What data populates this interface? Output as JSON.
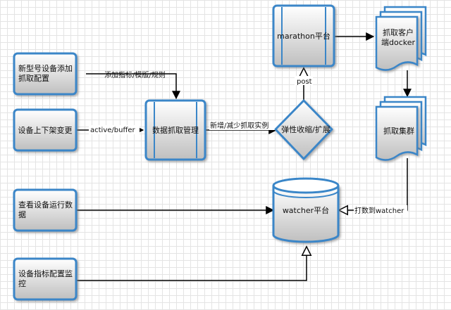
{
  "nodes": {
    "new_model_config": "新型号设备添加抓取配置",
    "device_onoff_change": "设备上下架变更",
    "view_device_data": "查看设备运行数据",
    "device_metric_monitor": "设备指标配置监控",
    "data_fetch_management": "数据抓取管理",
    "marathon_platform": "marathon平台",
    "elastic_scaling": "弹性收缩/扩展",
    "fetch_client_docker": "抓取客户端docker",
    "fetch_cluster": "抓取集群",
    "watcher_platform": "watcher平台"
  },
  "edges": {
    "add_metric_template_rule": "添加指标/模版/规则",
    "active_buffer": "active/buffer",
    "add_reduce_instances": "新增/减少抓取实例",
    "post": "post",
    "dump_to_watcher": "打数到watcher"
  },
  "colors": {
    "border": "#3a86c8",
    "fill_top": "#ffffff",
    "fill_bottom": "#bfbfbf",
    "arrow": "#000000"
  }
}
